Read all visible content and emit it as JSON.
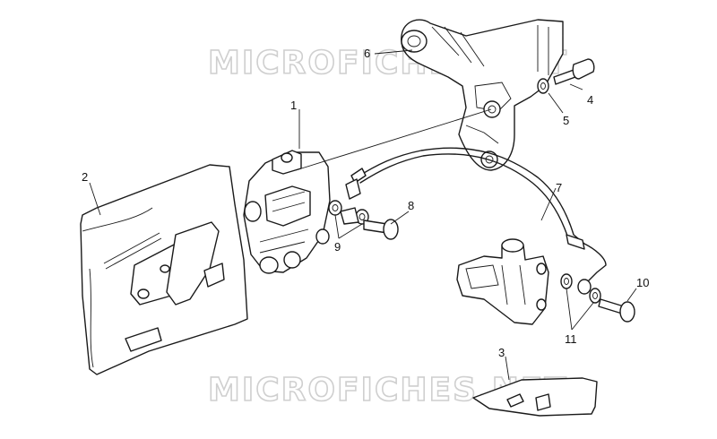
{
  "watermark": {
    "text_top": "MICROFICHES.NET",
    "text_bottom": "MICROFICHES.NET"
  },
  "callouts": {
    "c1": "1",
    "c2": "2",
    "c3": "3",
    "c4": "4",
    "c5": "5",
    "c6": "6",
    "c7": "7",
    "c8": "8",
    "c9": "9",
    "c10": "10",
    "c11": "11"
  },
  "colors": {
    "line": "#1a1a1a",
    "background": "#ffffff",
    "watermark_outline": "#cfcfcf"
  }
}
